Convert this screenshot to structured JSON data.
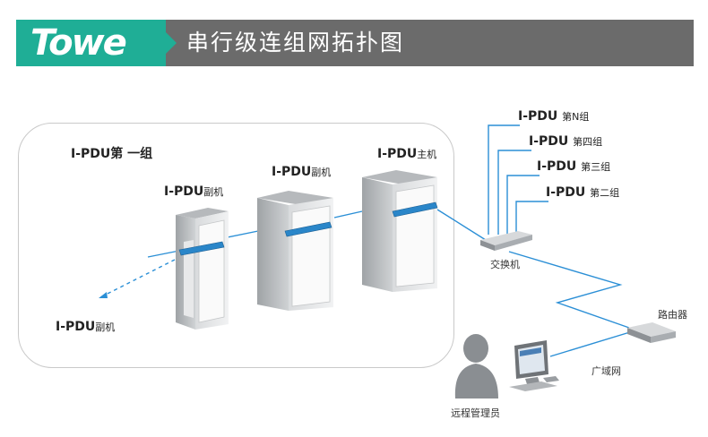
{
  "header": {
    "logo_text": "Towe",
    "title": "串行级连组网拓扑图"
  },
  "group": {
    "title": "I-PDU第 一组"
  },
  "devices": {
    "left_slave": {
      "name": "I-PDU",
      "role": "副机"
    },
    "slave1": {
      "name": "I-PDU",
      "role": "副机"
    },
    "slave2": {
      "name": "I-PDU",
      "role": "副机"
    },
    "master": {
      "name": "I-PDU",
      "role": "主机"
    }
  },
  "groups_list": [
    {
      "name": "I-PDU",
      "suffix": "第N组"
    },
    {
      "name": "I-PDU",
      "suffix": "第四组"
    },
    {
      "name": "I-PDU",
      "suffix": "第三组"
    },
    {
      "name": "I-PDU",
      "suffix": "第二组"
    }
  ],
  "network": {
    "switch_label": "交换机",
    "router_label": "路由器",
    "wan_label": "广域网",
    "admin_label": "远程管理员"
  },
  "colors": {
    "accent": "#1fae96",
    "header_bg": "#6b6b6b",
    "link": "#2b8fd6"
  }
}
